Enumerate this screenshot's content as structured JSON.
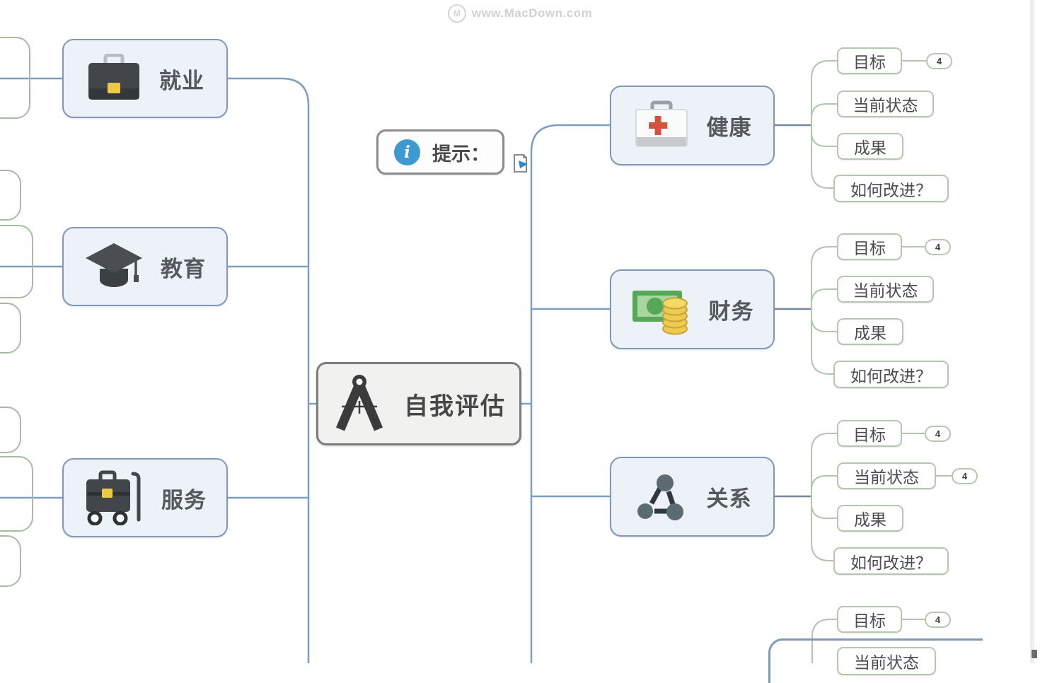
{
  "watermark": {
    "logo_letter": "M",
    "text": "www.MacDown.com"
  },
  "root": {
    "label": "自我评估",
    "icon": "compass-icon"
  },
  "note": {
    "label": "提示：",
    "icon": "info-icon",
    "marker": "notes-marker-icon"
  },
  "left_branches": [
    {
      "label": "就业",
      "icon": "briefcase-icon"
    },
    {
      "label": "教育",
      "icon": "graduation-cap-icon"
    },
    {
      "label": "服务",
      "icon": "luggage-cart-icon"
    }
  ],
  "right_branches": [
    {
      "label": "健康",
      "icon": "first-aid-kit-icon",
      "subtopics": [
        {
          "label": "目标",
          "badge": "4"
        },
        {
          "label": "当前状态"
        },
        {
          "label": "成果"
        },
        {
          "label": "如何改进？"
        }
      ]
    },
    {
      "label": "财务",
      "icon": "money-icon",
      "subtopics": [
        {
          "label": "目标",
          "badge": "4"
        },
        {
          "label": "当前状态"
        },
        {
          "label": "成果"
        },
        {
          "label": "如何改进？"
        }
      ]
    },
    {
      "label": "关系",
      "icon": "network-icon",
      "subtopics": [
        {
          "label": "目标",
          "badge": "4"
        },
        {
          "label": "当前状态",
          "badge": "4"
        },
        {
          "label": "成果"
        },
        {
          "label": "如何改进？"
        }
      ]
    },
    {
      "label": "",
      "icon": "",
      "subtopics": [
        {
          "label": "目标",
          "badge": "4"
        },
        {
          "label": "当前状态"
        }
      ]
    }
  ],
  "colors": {
    "branch_line_blue": "#7e9dc2",
    "subline_sage": "#b3c5ad",
    "stub_slate": "#76879e",
    "main_node_fill": "#edf1f8",
    "main_node_border": "#8398b8",
    "sub_node_border": "#b5c7af",
    "root_border": "#7c7c7a",
    "info_blue": "#3d9ad1",
    "cross_red": "#d4533f",
    "money_green": "#58a758",
    "coin_gold": "#eecb50",
    "clasp_yellow": "#eacb47"
  }
}
